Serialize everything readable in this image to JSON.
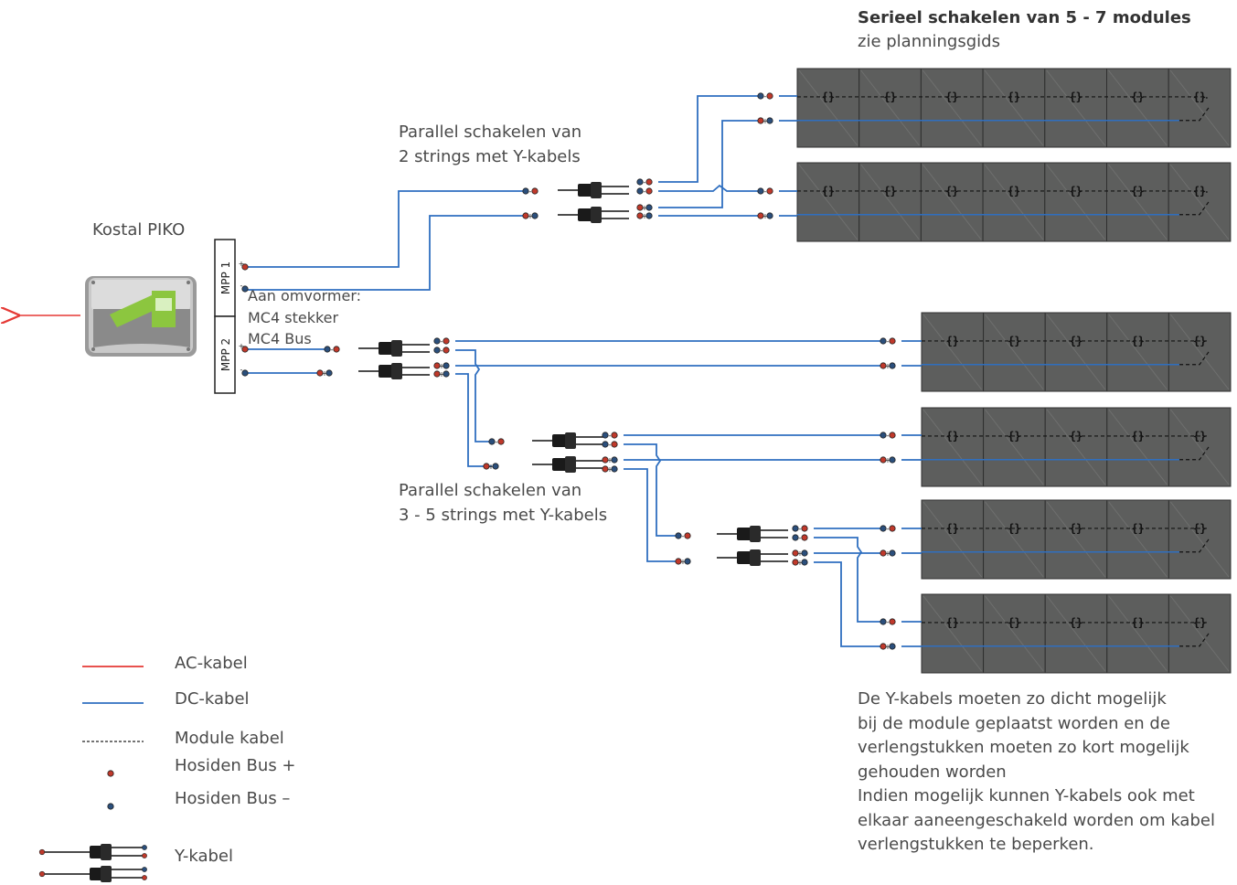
{
  "header": {
    "title": "Serieel schakelen van 5 - 7 modules",
    "subtitle": "zie planningsgids"
  },
  "inverter": {
    "label": "Kostal PIKO",
    "mpp1": "MPP 1",
    "mpp2": "MPP 2",
    "connector_note": [
      "Aan omvormer:",
      "MC4 stekker",
      "MC4 Bus"
    ]
  },
  "notes": {
    "two_strings": [
      "Parallel schakelen van",
      "2 strings met Y-kabels"
    ],
    "multi_strings": [
      "Parallel schakelen van",
      "3 - 5 strings met Y-kabels"
    ],
    "advice": [
      "De Y-kabels moeten zo dicht mogelijk",
      "bij de module geplaatst worden en de",
      "verlengstukken moeten zo kort mogelijk",
      "gehouden worden",
      "Indien mogelijk kunnen Y-kabels ook met",
      "elkaar aaneengeschakeld worden om kabel",
      "verlengstukken te beperken."
    ]
  },
  "legend": [
    {
      "key": "ac",
      "label": "AC-kabel"
    },
    {
      "key": "dc",
      "label": "DC-kabel"
    },
    {
      "key": "module",
      "label": "Module kabel"
    },
    {
      "key": "bus_plus",
      "label": "Hosiden Bus +"
    },
    {
      "key": "bus_minus",
      "label": "Hosiden Bus –"
    },
    {
      "key": "ykabel",
      "label": "Y-kabel"
    }
  ],
  "symbols": {
    "plus": "+",
    "minus": "-"
  },
  "colors": {
    "ac_cable": "#e53935",
    "dc_cable": "#2f6fc0",
    "module_fill": "#5d5e5d",
    "plus_dot": "#c0392b",
    "minus_dot": "#2b4f7c"
  }
}
